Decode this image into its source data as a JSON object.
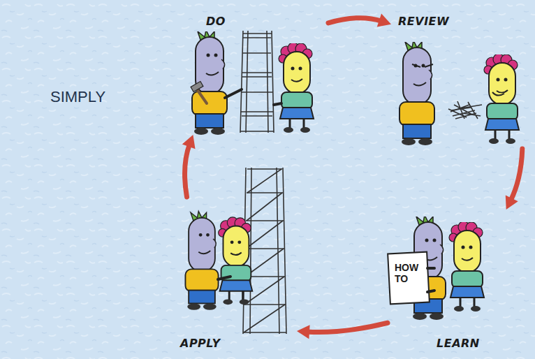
{
  "diagram": {
    "title": "SIMPLY",
    "nodes": [
      {
        "text": [
          "DO"
        ]
      },
      {
        "text": [
          "REVIEW"
        ]
      },
      {
        "text": [
          "LEARN"
        ]
      },
      {
        "text": [
          "APPLY"
        ]
      }
    ],
    "edges": [
      {
        "from": 0,
        "to": 1,
        "arrow": "to"
      },
      {
        "from": 1,
        "to": 2,
        "arrow": "to"
      },
      {
        "from": 2,
        "to": 3,
        "arrow": "to"
      },
      {
        "from": 3,
        "to": 0,
        "arrow": "to"
      }
    ],
    "labels": [
      "HOW TO"
    ]
  }
}
